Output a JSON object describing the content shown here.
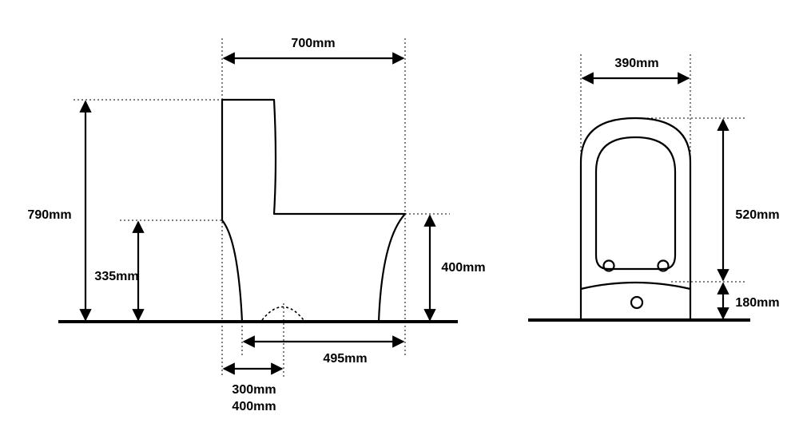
{
  "side_view": {
    "width_label": "700mm",
    "total_height_label": "790mm",
    "inlet_height_label": "335mm",
    "seat_height_label": "400mm",
    "depth_label": "495mm",
    "rough_in_label_1": "300mm",
    "rough_in_label_2": "400mm"
  },
  "front_view": {
    "width_label": "390mm",
    "seat_length_label": "520mm",
    "base_height_label": "180mm"
  }
}
